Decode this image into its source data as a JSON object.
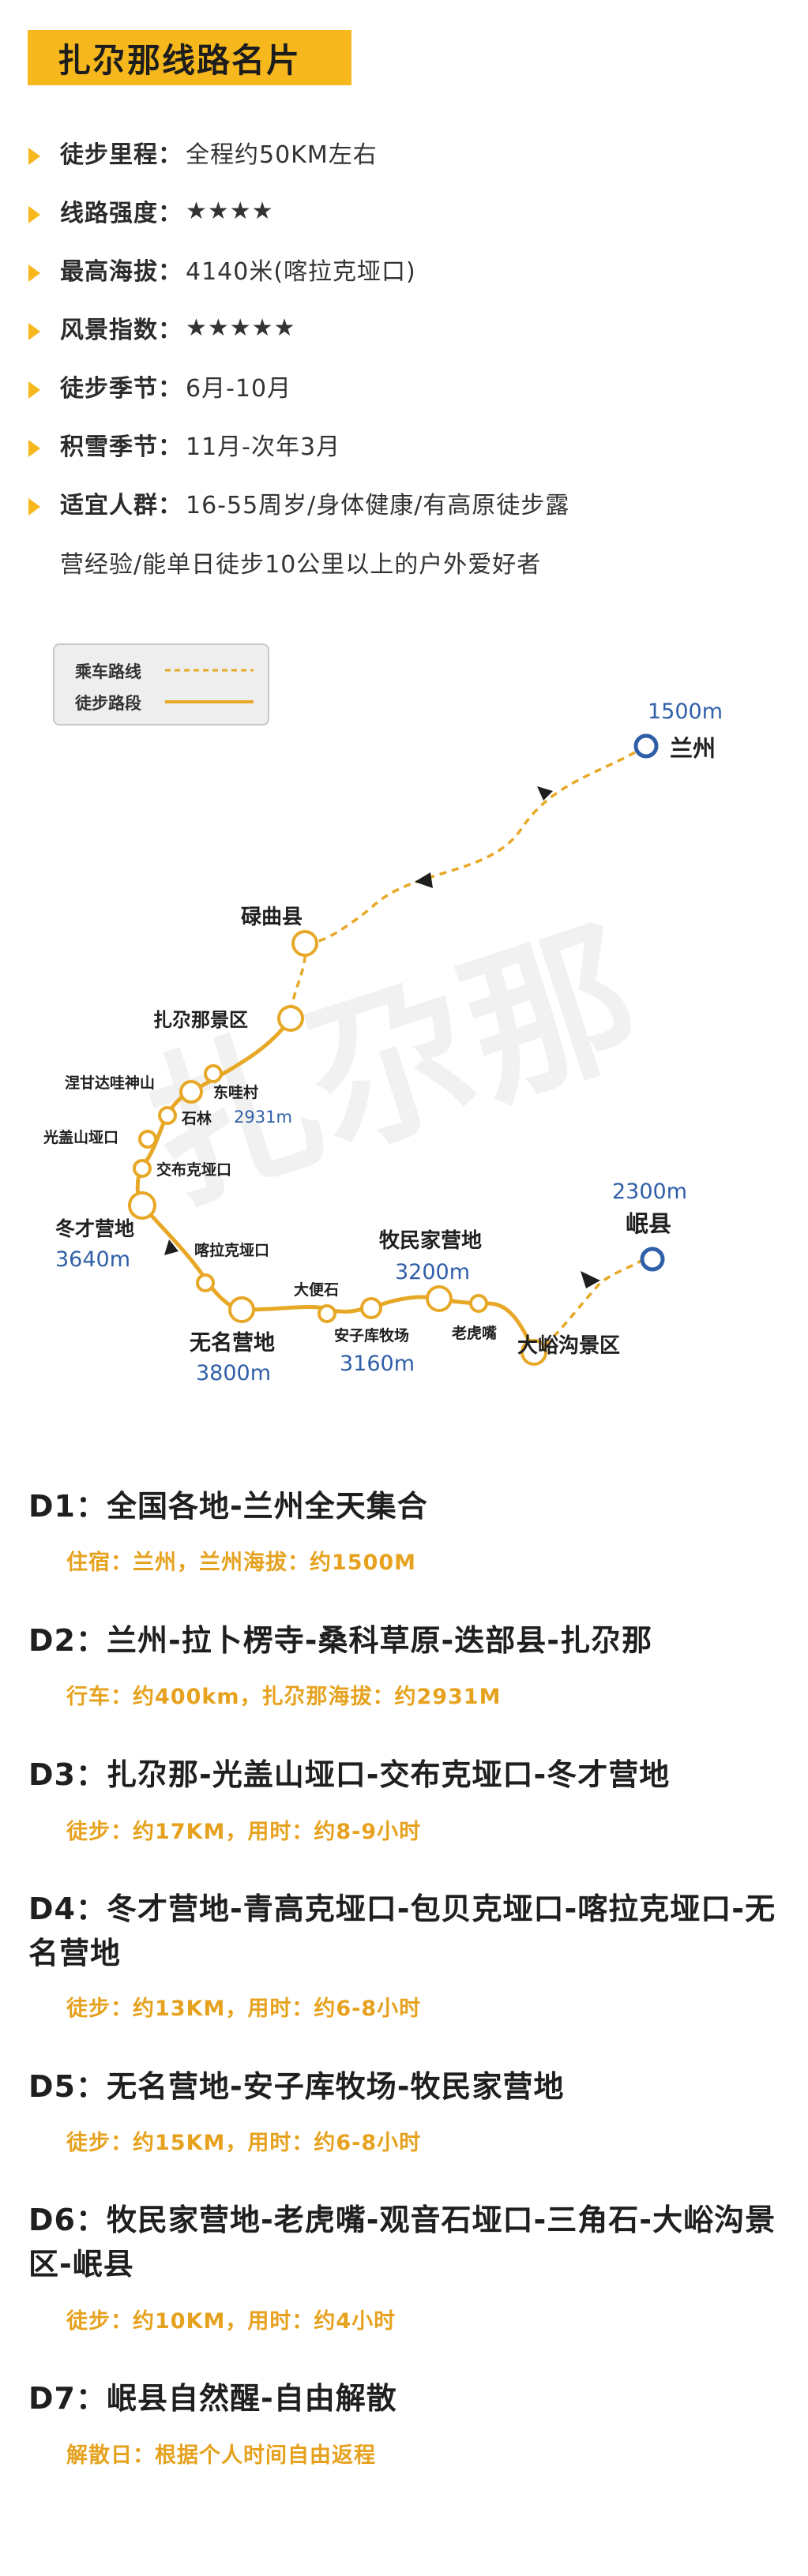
{
  "title": "扎尕那线路名片",
  "info": [
    {
      "label": "徒步里程：",
      "value": "全程约50KM左右"
    },
    {
      "label": "线路强度：",
      "value": "★★★★"
    },
    {
      "label": "最高海拔：",
      "value": "4140米(喀拉克垭口)"
    },
    {
      "label": "风景指数：",
      "value": "★★★★★"
    },
    {
      "label": "徒步季节：",
      "value": "6月-10月"
    },
    {
      "label": "积雪季节：",
      "value": "11月-次年3月"
    },
    {
      "label": "适宜人群：",
      "value": "16-55周岁/身体健康/有高原徒步露"
    }
  ],
  "info_cont": "营经验/能单日徒步10公里以上的户外爱好者",
  "legend": {
    "drive": "乘车路线",
    "walk": "徒步路段"
  },
  "watermark": "扎尕那",
  "colors": {
    "accent": "#f6b81c",
    "route": "#e8a827",
    "elev": "#2f5fa8"
  },
  "map_labels": {
    "lanzhou_elev": "1500m",
    "lanzhou": "兰州",
    "luqu": "碌曲县",
    "zhagana": "扎尕那景区",
    "niegan": "涅甘达哇神山",
    "dongwa": "东哇村",
    "dongwa_elev": "2931m",
    "shilin": "石林",
    "guangai": "光盖山垭口",
    "jiaobuke": "交布克垭口",
    "dongcai": "冬才营地",
    "dongcai_elev": "3640m",
    "kalake": "喀拉克垭口",
    "wuming": "无名营地",
    "wuming_elev": "3800m",
    "dabianshi": "大便石",
    "anziku": "安子库牧场",
    "anziku_elev": "3160m",
    "mumin": "牧民家营地",
    "mumin_elev": "3200m",
    "laohu": "老虎嘴",
    "dayu": "大峪沟景区",
    "minxian_elev": "2300m",
    "minxian": "岷县"
  },
  "days": [
    {
      "head": "D1：全国各地-兰州全天集合",
      "sub": "住宿：兰州，兰州海拔：约1500M"
    },
    {
      "head": "D2：兰州-拉卜楞寺-桑科草原-迭部县-扎尕那",
      "sub": "行车：约400km，扎尕那海拔：约2931M"
    },
    {
      "head": "D3：扎尕那-光盖山垭口-交布克垭口-冬才营地",
      "sub": "徒步：约17KM，用时：约8-9小时"
    },
    {
      "head": "D4：冬才营地-青高克垭口-包贝克垭口-喀拉克垭口-无名营地",
      "sub": "徒步：约13KM，用时：约6-8小时"
    },
    {
      "head": "D5：无名营地-安子库牧场-牧民家营地",
      "sub": "徒步：约15KM，用时：约6-8小时"
    },
    {
      "head": "D6：牧民家营地-老虎嘴-观音石垭口-三角石-大峪沟景区-岷县",
      "sub": "徒步：约10KM，用时：约4小时"
    },
    {
      "head": "D7：岷县自然醒-自由解散",
      "sub": "解散日：根据个人时间自由返程"
    }
  ]
}
